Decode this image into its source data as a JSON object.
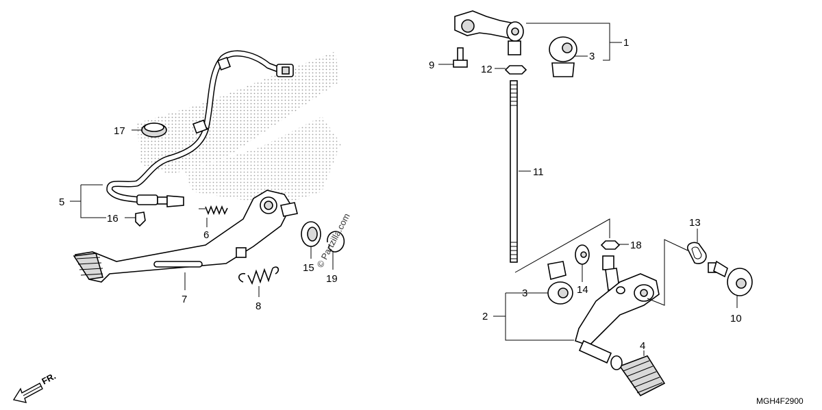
{
  "diagram_code": "MGH4F2900",
  "watermark": "© Partzilla.com",
  "front_indicator": "FR.",
  "callouts": {
    "c1": "1",
    "c2": "2",
    "c3a": "3",
    "c3b": "3",
    "c4": "4",
    "c5": "5",
    "c6": "6",
    "c7": "7",
    "c8": "8",
    "c9": "9",
    "c10": "10",
    "c11": "11",
    "c12": "12",
    "c13": "13",
    "c14": "14",
    "c15": "15",
    "c16": "16",
    "c17": "17",
    "c18": "18",
    "c19": "19"
  },
  "icons": {
    "arrow": "front-direction-arrow-icon",
    "stipple": "frame-stipple-pattern"
  }
}
